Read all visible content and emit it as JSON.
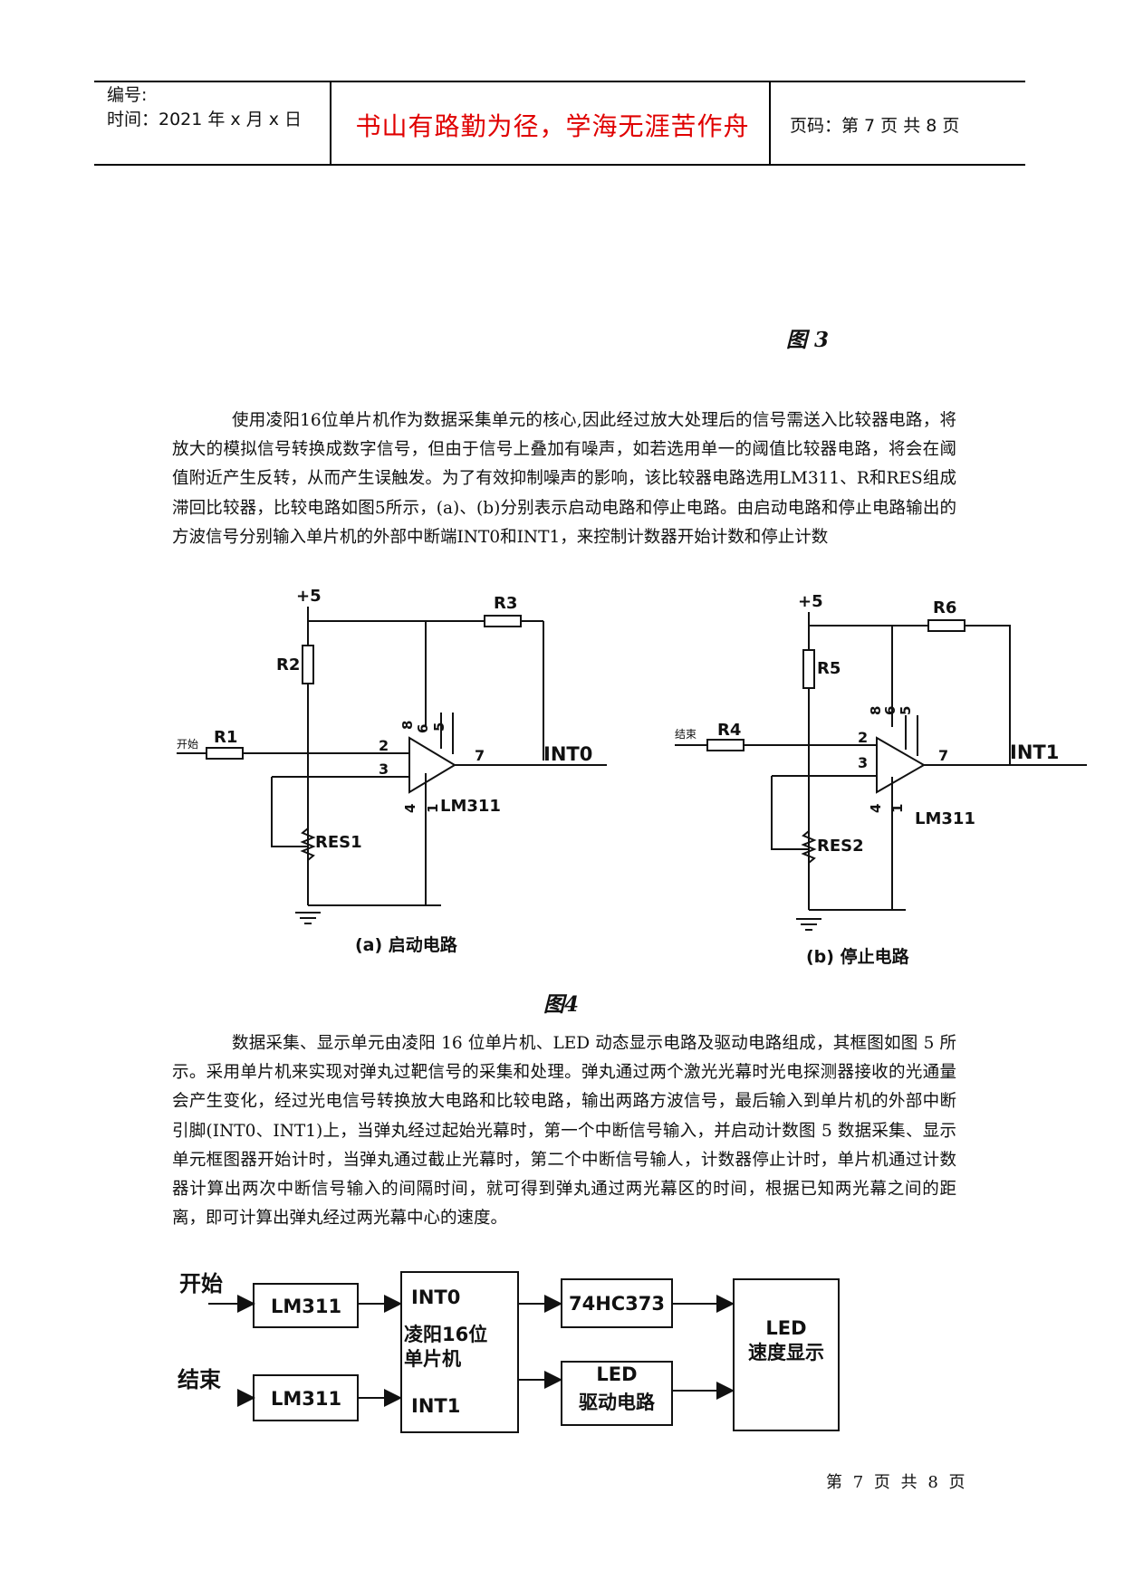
{
  "header": {
    "number_label": "编号:",
    "time_label": "时间：2021 年 x 月 x 日",
    "motto": "书山有路勤为径，学海无涯苦作舟",
    "page_info": "页码：第 7 页  共 8 页"
  },
  "figure3_caption": "图 3",
  "paragraph1": "使用凌阳16位单片机作为数据采集单元的核心,因此经过放大处理后的信号需送入比较器电路，将放大的模拟信号转换成数字信号，但由于信号上叠加有噪声，如若选用单一的阈值比较器电路，将会在阈值附近产生反转，从而产生误触发。为了有效抑制噪声的影响，该比较器电路选用LM311、R和RES组成滞回比较器，比较电路如图5所示，(a)、(b)分别表示启动电路和停止电路。由启动电路和停止电路输出的方波信号分别输入单片机的外部中断端INT0和INT1，来控制计数器开始计数和停止计数",
  "circuit_a": {
    "supply": "+5",
    "r_top": "R2",
    "r_feedback": "R3",
    "r_in": "R1",
    "input_label": "开始",
    "res": "RES1",
    "chip": "LM311",
    "output": "INT0",
    "pin2": "2",
    "pin3": "3",
    "pin4": "4",
    "pin1": "1",
    "pin5": "5",
    "pin6": "6",
    "pin7": "7",
    "pin8": "8",
    "caption": "(a) 启动电路"
  },
  "circuit_b": {
    "supply": "+5",
    "r_top": "R5",
    "r_feedback": "R6",
    "r_in": "R4",
    "input_label": "结束",
    "res": "RES2",
    "chip": "LM311",
    "output": "INT1",
    "pin2": "2",
    "pin3": "3",
    "pin4": "4",
    "pin1": "1",
    "pin5": "5",
    "pin6": "6",
    "pin7": "7",
    "pin8": "8",
    "caption": "(b) 停止电路"
  },
  "figure4_caption": "图4",
  "paragraph2": "数据采集、显示单元由凌阳 16 位单片机、LED 动态显示电路及驱动电路组成，其框图如图 5 所示。采用单片机来实现对弹丸过靶信号的采集和处理。弹丸通过两个激光光幕时光电探测器接收的光通量会产生变化，经过光电信号转换放大电路和比较电路，输出两路方波信号，最后输入到单片机的外部中断引脚(INT0、INT1)上，当弹丸经过起始光幕时，第一个中断信号输入，并启动计数图 5 数据采集、显示单元框图器开始计时，当弹丸通过截止光幕时，第二个中断信号输人，计数器停止计时，单片机通过计数器计算出两次中断信号输入的间隔时间，就可得到弹丸通过两光幕区的时间，根据已知两光幕之间的距离，即可计算出弹丸经过两光幕中心的速度。",
  "block_diagram": {
    "start_label": "开始",
    "end_label": "结束",
    "lm311_a": "LM311",
    "lm311_b": "LM311",
    "mcu_int0": "INT0",
    "mcu_name_1": "凌阳16位",
    "mcu_name_2": "单片机",
    "mcu_int1": "INT1",
    "latch": "74HC373",
    "driver_1": "LED",
    "driver_2": "驱动电路",
    "display_1": "LED",
    "display_2": "速度显示"
  },
  "footer": "第 7 页 共 8 页"
}
